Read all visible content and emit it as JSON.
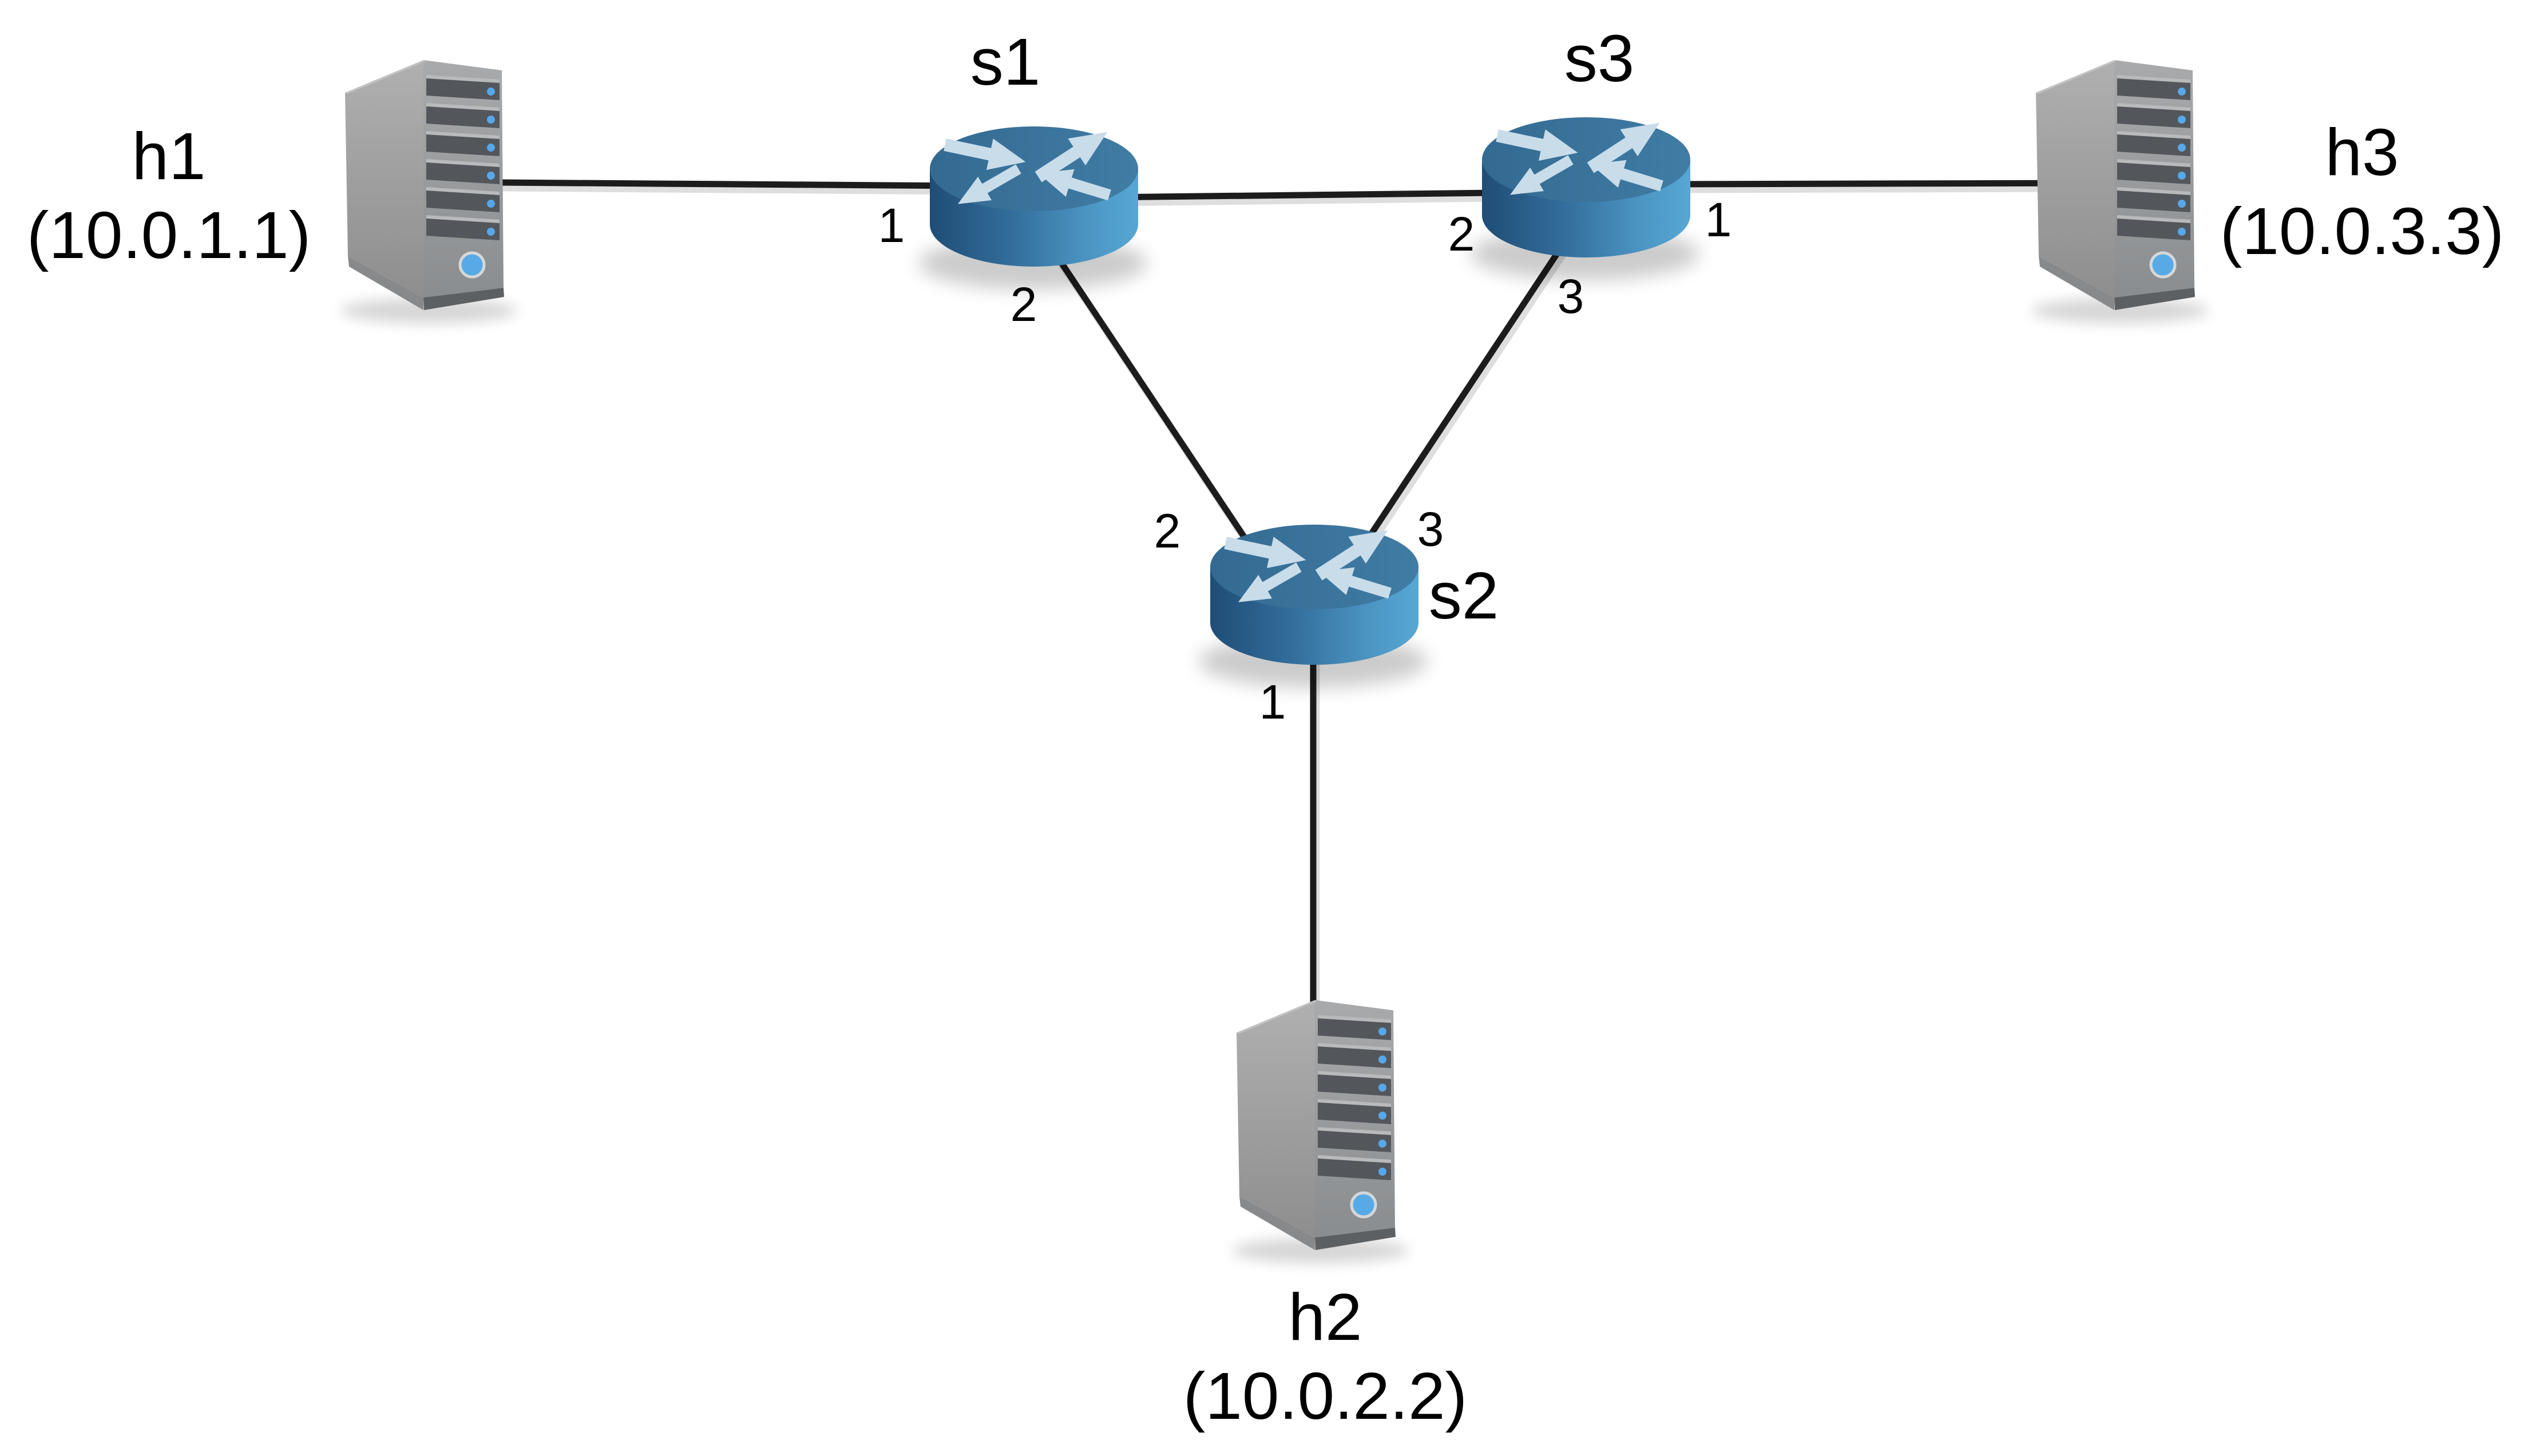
{
  "nodes": {
    "hosts": [
      {
        "id": "h1",
        "label": "h1",
        "ip_label": "(10.0.1.1)"
      },
      {
        "id": "h2",
        "label": "h2",
        "ip_label": "(10.0.2.2)"
      },
      {
        "id": "h3",
        "label": "h3",
        "ip_label": "(10.0.3.3)"
      }
    ],
    "switches": [
      {
        "id": "s1",
        "label": "s1",
        "port_labels": {
          "p1": "1",
          "p2": "2"
        }
      },
      {
        "id": "s2",
        "label": "s2",
        "port_labels": {
          "p1": "1",
          "p2": "2",
          "p3": "3"
        }
      },
      {
        "id": "s3",
        "label": "s3",
        "port_labels": {
          "p1": "1",
          "p2": "2",
          "p3": "3"
        }
      }
    ]
  },
  "links": [
    {
      "from": "h1",
      "to": "s1",
      "ports": {
        "s1": "1"
      }
    },
    {
      "from": "s1",
      "to": "s3",
      "ports": {
        "s3": "2"
      }
    },
    {
      "from": "s3",
      "to": "h3",
      "ports": {
        "s3": "1"
      }
    },
    {
      "from": "s1",
      "to": "s2",
      "ports": {
        "s1": "2",
        "s2": "2"
      }
    },
    {
      "from": "s3",
      "to": "s2",
      "ports": {
        "s3": "3",
        "s2": "3"
      }
    },
    {
      "from": "s2",
      "to": "h2",
      "ports": {
        "s2": "1"
      }
    }
  ],
  "colors": {
    "background": "#ffffff",
    "link": "#1c1c1c",
    "text": "#000000",
    "router_top": "#3a749b",
    "router_side_dark": "#1f4d76",
    "router_side_light": "#57a7d4",
    "router_arrow": "#c8dcea",
    "server_body": "#9a9a9a",
    "server_bay": "#53565a",
    "server_led": "#58a7e8",
    "server_power": "#58aae6"
  },
  "icons": {
    "switch": "router-icon",
    "host": "server-icon"
  }
}
